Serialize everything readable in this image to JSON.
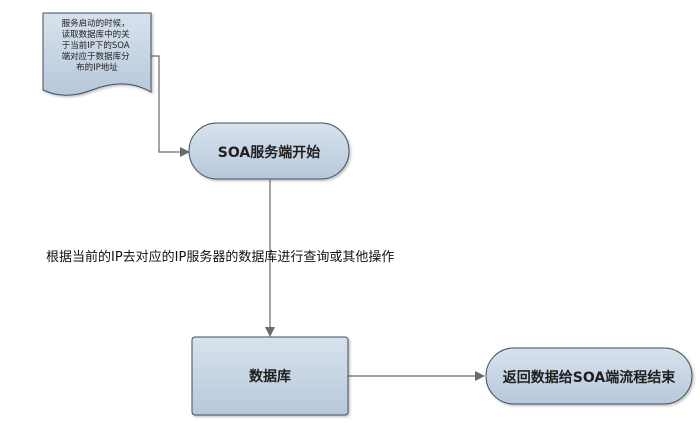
{
  "diagram": {
    "note_lines": [
      "服务启动的时候，",
      "读取数据库中的关",
      "于当前IP下的SOA",
      "端对应于数据库分",
      "布的IP地址"
    ],
    "node_start": "SOA服务端开始",
    "edge_label": "根据当前的IP去对应的IP服务器的数据库进行查询或其他操作",
    "node_db": "数据库",
    "node_end": "返回数据给SOA端流程结束",
    "colors": {
      "shape_fill": "#b7c8da",
      "shape_fill_light": "#d7e2ed",
      "shape_stroke": "#3f4f60",
      "connector": "#6a6a6a"
    }
  }
}
